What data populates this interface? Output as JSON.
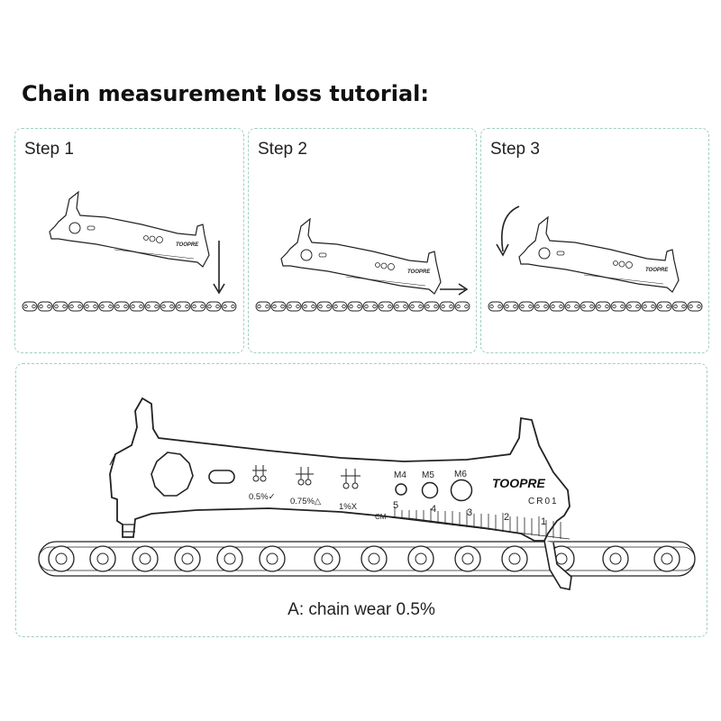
{
  "page": {
    "title": "Chain measurement loss tutorial:"
  },
  "steps": [
    {
      "label": "Step 1",
      "arrow": "down-arrow"
    },
    {
      "label": "Step 2",
      "arrow": "right-arrow"
    },
    {
      "label": "Step 3",
      "arrow": "curved-down-arrow"
    }
  ],
  "detail": {
    "brand": "TOOPRE",
    "model": "CR01",
    "wear_marks": [
      "0.5%✓",
      "0.75%△",
      "1%X"
    ],
    "hex_sizes": [
      "M4",
      "M5",
      "M6"
    ],
    "ruler": {
      "unit": "CM",
      "ticks": [
        "5",
        "4",
        "3",
        "2",
        "1"
      ]
    },
    "caption": "A: chain wear 0.5%"
  },
  "colors": {
    "panel_border": "#9fcfc6",
    "line": "#222222"
  }
}
